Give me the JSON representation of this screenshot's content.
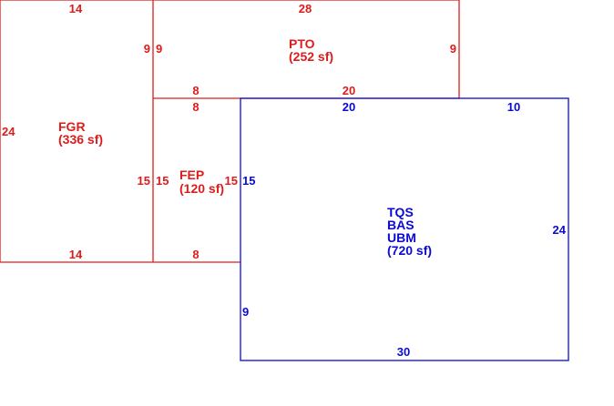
{
  "colors": {
    "red": "#dd1c1c",
    "blue": "#0a0ad2"
  },
  "areas": {
    "fgr": {
      "code": "FGR",
      "area": "(336 sf)"
    },
    "pto": {
      "code": "PTO",
      "area": "(252 sf)"
    },
    "fep": {
      "code": "FEP",
      "area": "(120 sf)"
    },
    "main": {
      "codes": [
        "TQS",
        "BAS",
        "UBM"
      ],
      "area": "(720 sf)"
    }
  },
  "dimensions": {
    "fgr_top": "14",
    "fgr_left": "24",
    "fgr_right": "9",
    "fgr_right_lower": "15",
    "fgr_bottom": "14",
    "pto_top": "28",
    "pto_left": "9",
    "pto_right": "9",
    "pto_bottom_left": "8",
    "pto_bottom_right": "20",
    "fep_top": "8",
    "fep_left": "15",
    "fep_right": "15",
    "fep_bottom": "8",
    "main_top": "20",
    "main_top_right": "10",
    "main_left_upper": "15",
    "main_left_lower": "9",
    "main_right": "24",
    "main_bottom": "30"
  }
}
